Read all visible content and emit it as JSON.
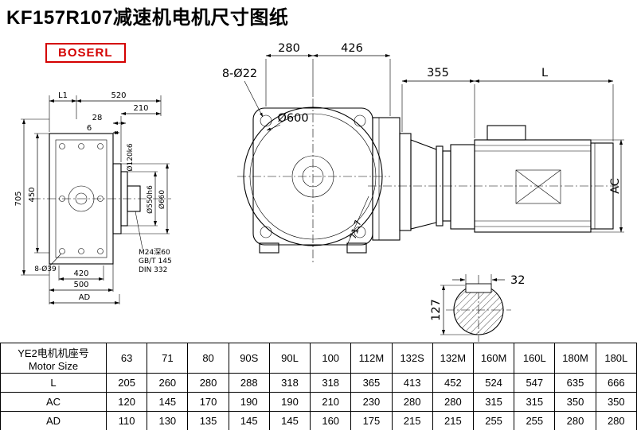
{
  "title": "KF157R107减速机电机尺寸图纸",
  "logo": "BOSERL",
  "drawing": {
    "left_view": {
      "l1": "L1",
      "d520": "520",
      "d210": "210",
      "d28": "28",
      "d6": "6",
      "shaft_dia": "Ø120k6",
      "d705": "705",
      "d450": "450",
      "holes": "8-Ø39",
      "d420": "420",
      "d500": "500",
      "ad": "AD",
      "flange_dia1": "Ø550h6",
      "flange_dia2": "Ø660",
      "note1": "M24深60",
      "note2": "GB/T 145",
      "note3": "DIN 332"
    },
    "front_view": {
      "d280": "280",
      "d426": "426",
      "bolt_holes": "8-Ø22",
      "dia": "Ø600",
      "angle": "71.7"
    },
    "motor_view": {
      "d355": "355",
      "l": "L",
      "ac": "AC"
    },
    "shaft_section": {
      "d32": "32",
      "d127": "127"
    }
  },
  "table": {
    "header_cn": "YE2电机机座号",
    "header_en": "Motor Size",
    "columns": [
      "63",
      "71",
      "80",
      "90S",
      "90L",
      "100",
      "112M",
      "132S",
      "132M",
      "160M",
      "160L",
      "180M",
      "180L"
    ],
    "rows": [
      {
        "label": "L",
        "values": [
          "205",
          "260",
          "280",
          "288",
          "318",
          "318",
          "365",
          "413",
          "452",
          "524",
          "547",
          "635",
          "666"
        ]
      },
      {
        "label": "AC",
        "values": [
          "120",
          "145",
          "170",
          "190",
          "190",
          "210",
          "230",
          "280",
          "280",
          "315",
          "315",
          "350",
          "350"
        ]
      },
      {
        "label": "AD",
        "values": [
          "110",
          "130",
          "135",
          "145",
          "145",
          "160",
          "175",
          "215",
          "215",
          "255",
          "255",
          "280",
          "280"
        ]
      }
    ]
  }
}
